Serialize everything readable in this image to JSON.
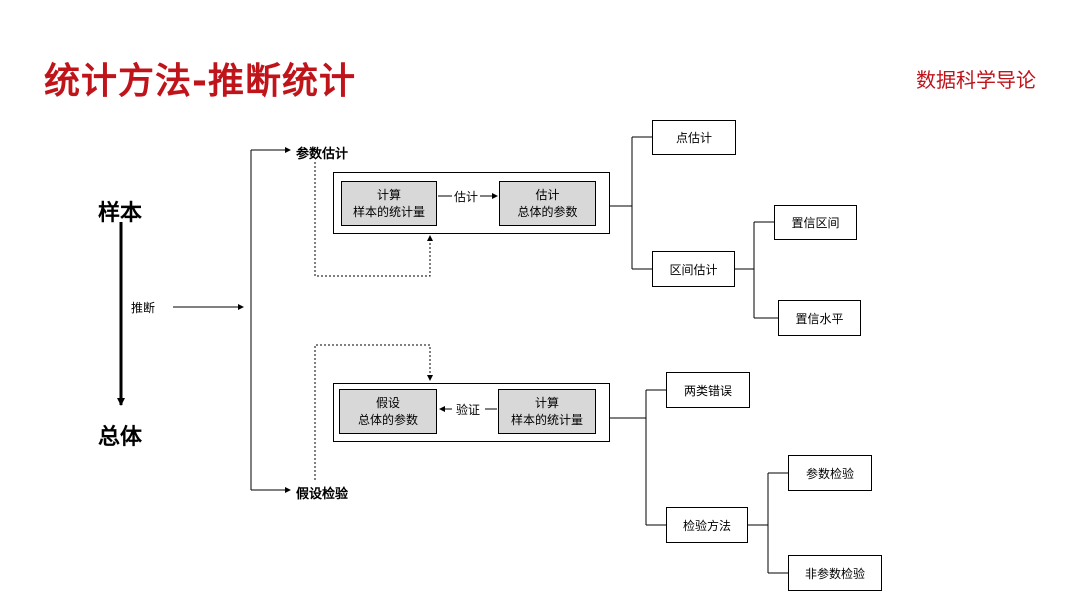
{
  "header": {
    "title": "统计方法-推断统计",
    "subtitle": "数据科学导论"
  },
  "diagram": {
    "sample": "样本",
    "population": "总体",
    "infer": "推断",
    "param_estimation": "参数估计",
    "hypothesis_testing": "假设检验",
    "est_left": {
      "line1": "计算",
      "line2": "样本的统计量"
    },
    "est_right": {
      "line1": "估计",
      "line2": "总体的参数"
    },
    "est_arrow_label": "估计",
    "test_left": {
      "line1": "假设",
      "line2": "总体的参数"
    },
    "test_right": {
      "line1": "计算",
      "line2": "样本的统计量"
    },
    "test_arrow_label": "验证",
    "point_estimation": "点估计",
    "interval_estimation": "区间估计",
    "confidence_interval": "置信区间",
    "confidence_level": "置信水平",
    "two_errors": "两类错误",
    "test_methods": "检验方法",
    "parametric_test": "参数检验",
    "nonparametric_test": "非参数检验"
  }
}
